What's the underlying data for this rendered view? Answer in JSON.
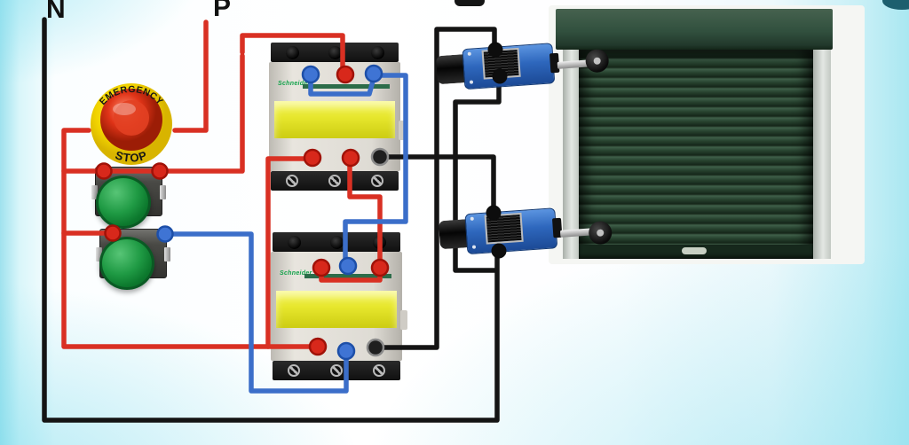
{
  "labels": {
    "neutral": "N",
    "phase": "P"
  },
  "emergency_stop": {
    "arc_top": "EMERGENCY",
    "arc_bottom": "STOP"
  },
  "contactors": [
    {
      "brand": "Schneider"
    },
    {
      "brand": "Schneider"
    }
  ],
  "colors": {
    "wire_phase_red": "#d93023",
    "wire_neutral_black": "#141414",
    "wire_control_blue": "#3b6ec9",
    "door_green": "#2c4a37",
    "contactor_label_yellow": "#e6e62c",
    "estop_yellow": "#f2d400",
    "button_green": "#1f9a44",
    "limit_switch_blue": "#2e67bd"
  }
}
